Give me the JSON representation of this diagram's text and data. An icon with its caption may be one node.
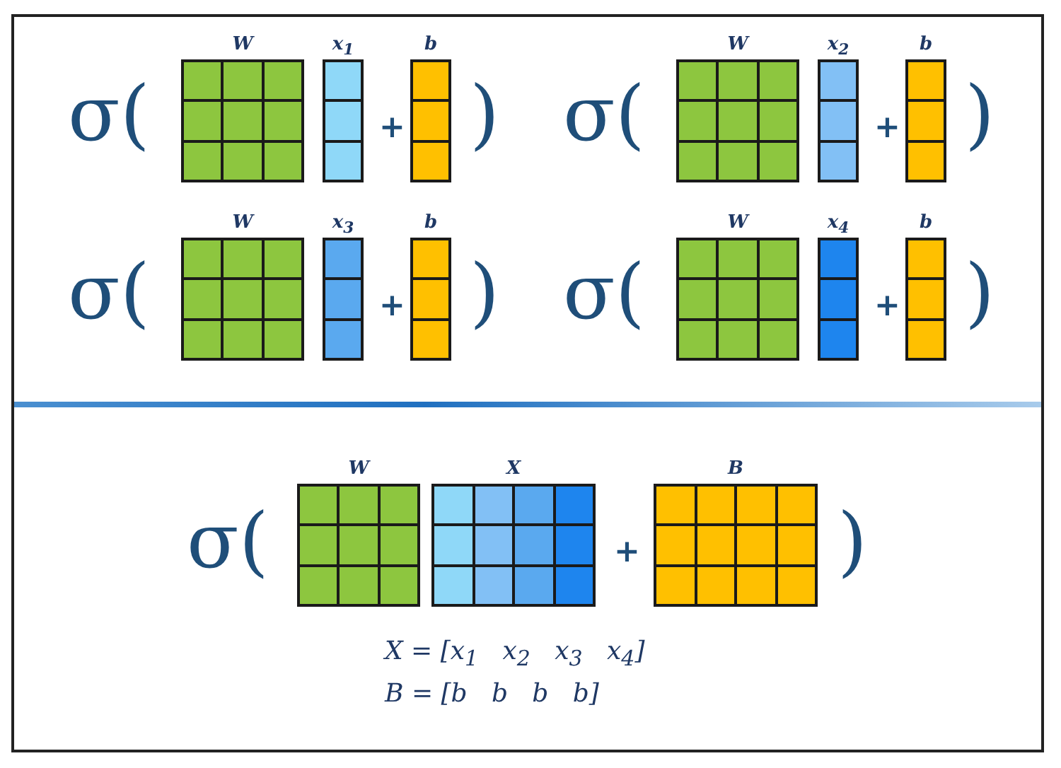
{
  "diagram": {
    "nodes": [
      {
        "text": [
          "W"
        ]
      },
      {
        "text": [
          "**x**$_{1}$"
        ]
      },
      {
        "text": [
          "b"
        ]
      },
      {
        "text": [
          "W"
        ]
      },
      {
        "text": [
          "**x**$_{2}$"
        ]
      },
      {
        "text": [
          "b"
        ]
      },
      {
        "text": [
          "W"
        ]
      },
      {
        "text": [
          "**x**$_{3}$"
        ]
      },
      {
        "text": [
          "b"
        ]
      },
      {
        "text": [
          "W"
        ]
      },
      {
        "text": [
          "**x**$_{4}$"
        ]
      },
      {
        "text": [
          "b"
        ]
      },
      {
        "text": [
          "W"
        ]
      },
      {
        "text": [
          "X"
        ]
      },
      {
        "text": [
          "B"
        ]
      }
    ],
    "labels": [
      "σ(",
      "+",
      ")",
      "σ(",
      "+",
      ")",
      "σ(",
      "+",
      ")",
      "σ(",
      "+",
      ")",
      "σ(",
      "+",
      ")",
      "X = [x$_{1}$   x$_{2}$   x$_{3}$   x$_{4}$]",
      "B = [b   b   b   b]"
    ]
  }
}
